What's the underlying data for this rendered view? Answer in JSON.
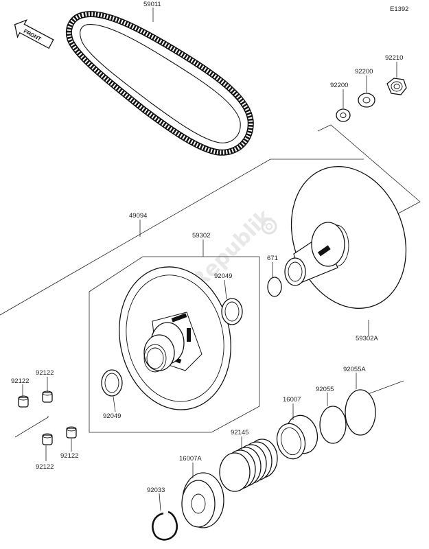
{
  "diagram_code": "E1392",
  "front_label": "FRONT",
  "watermark": "PartsRepublik",
  "parts": {
    "belt": "59011",
    "nut": "92210",
    "washer_upper": "92200",
    "washer_lower": "92200",
    "pulley_assy": "49094",
    "sheave_fixed_group": "59302",
    "sheave_movable": "59302A",
    "o_ring": "671",
    "seal_upper": "92049",
    "seal_lower": "92049",
    "plug_1": "92122",
    "plug_2": "92122",
    "plug_3": "92122",
    "plug_4": "92122",
    "ring_a": "92055A",
    "ring": "92055",
    "bushing": "16007",
    "spring": "92145",
    "cam": "16007A",
    "circlip": "92033"
  }
}
